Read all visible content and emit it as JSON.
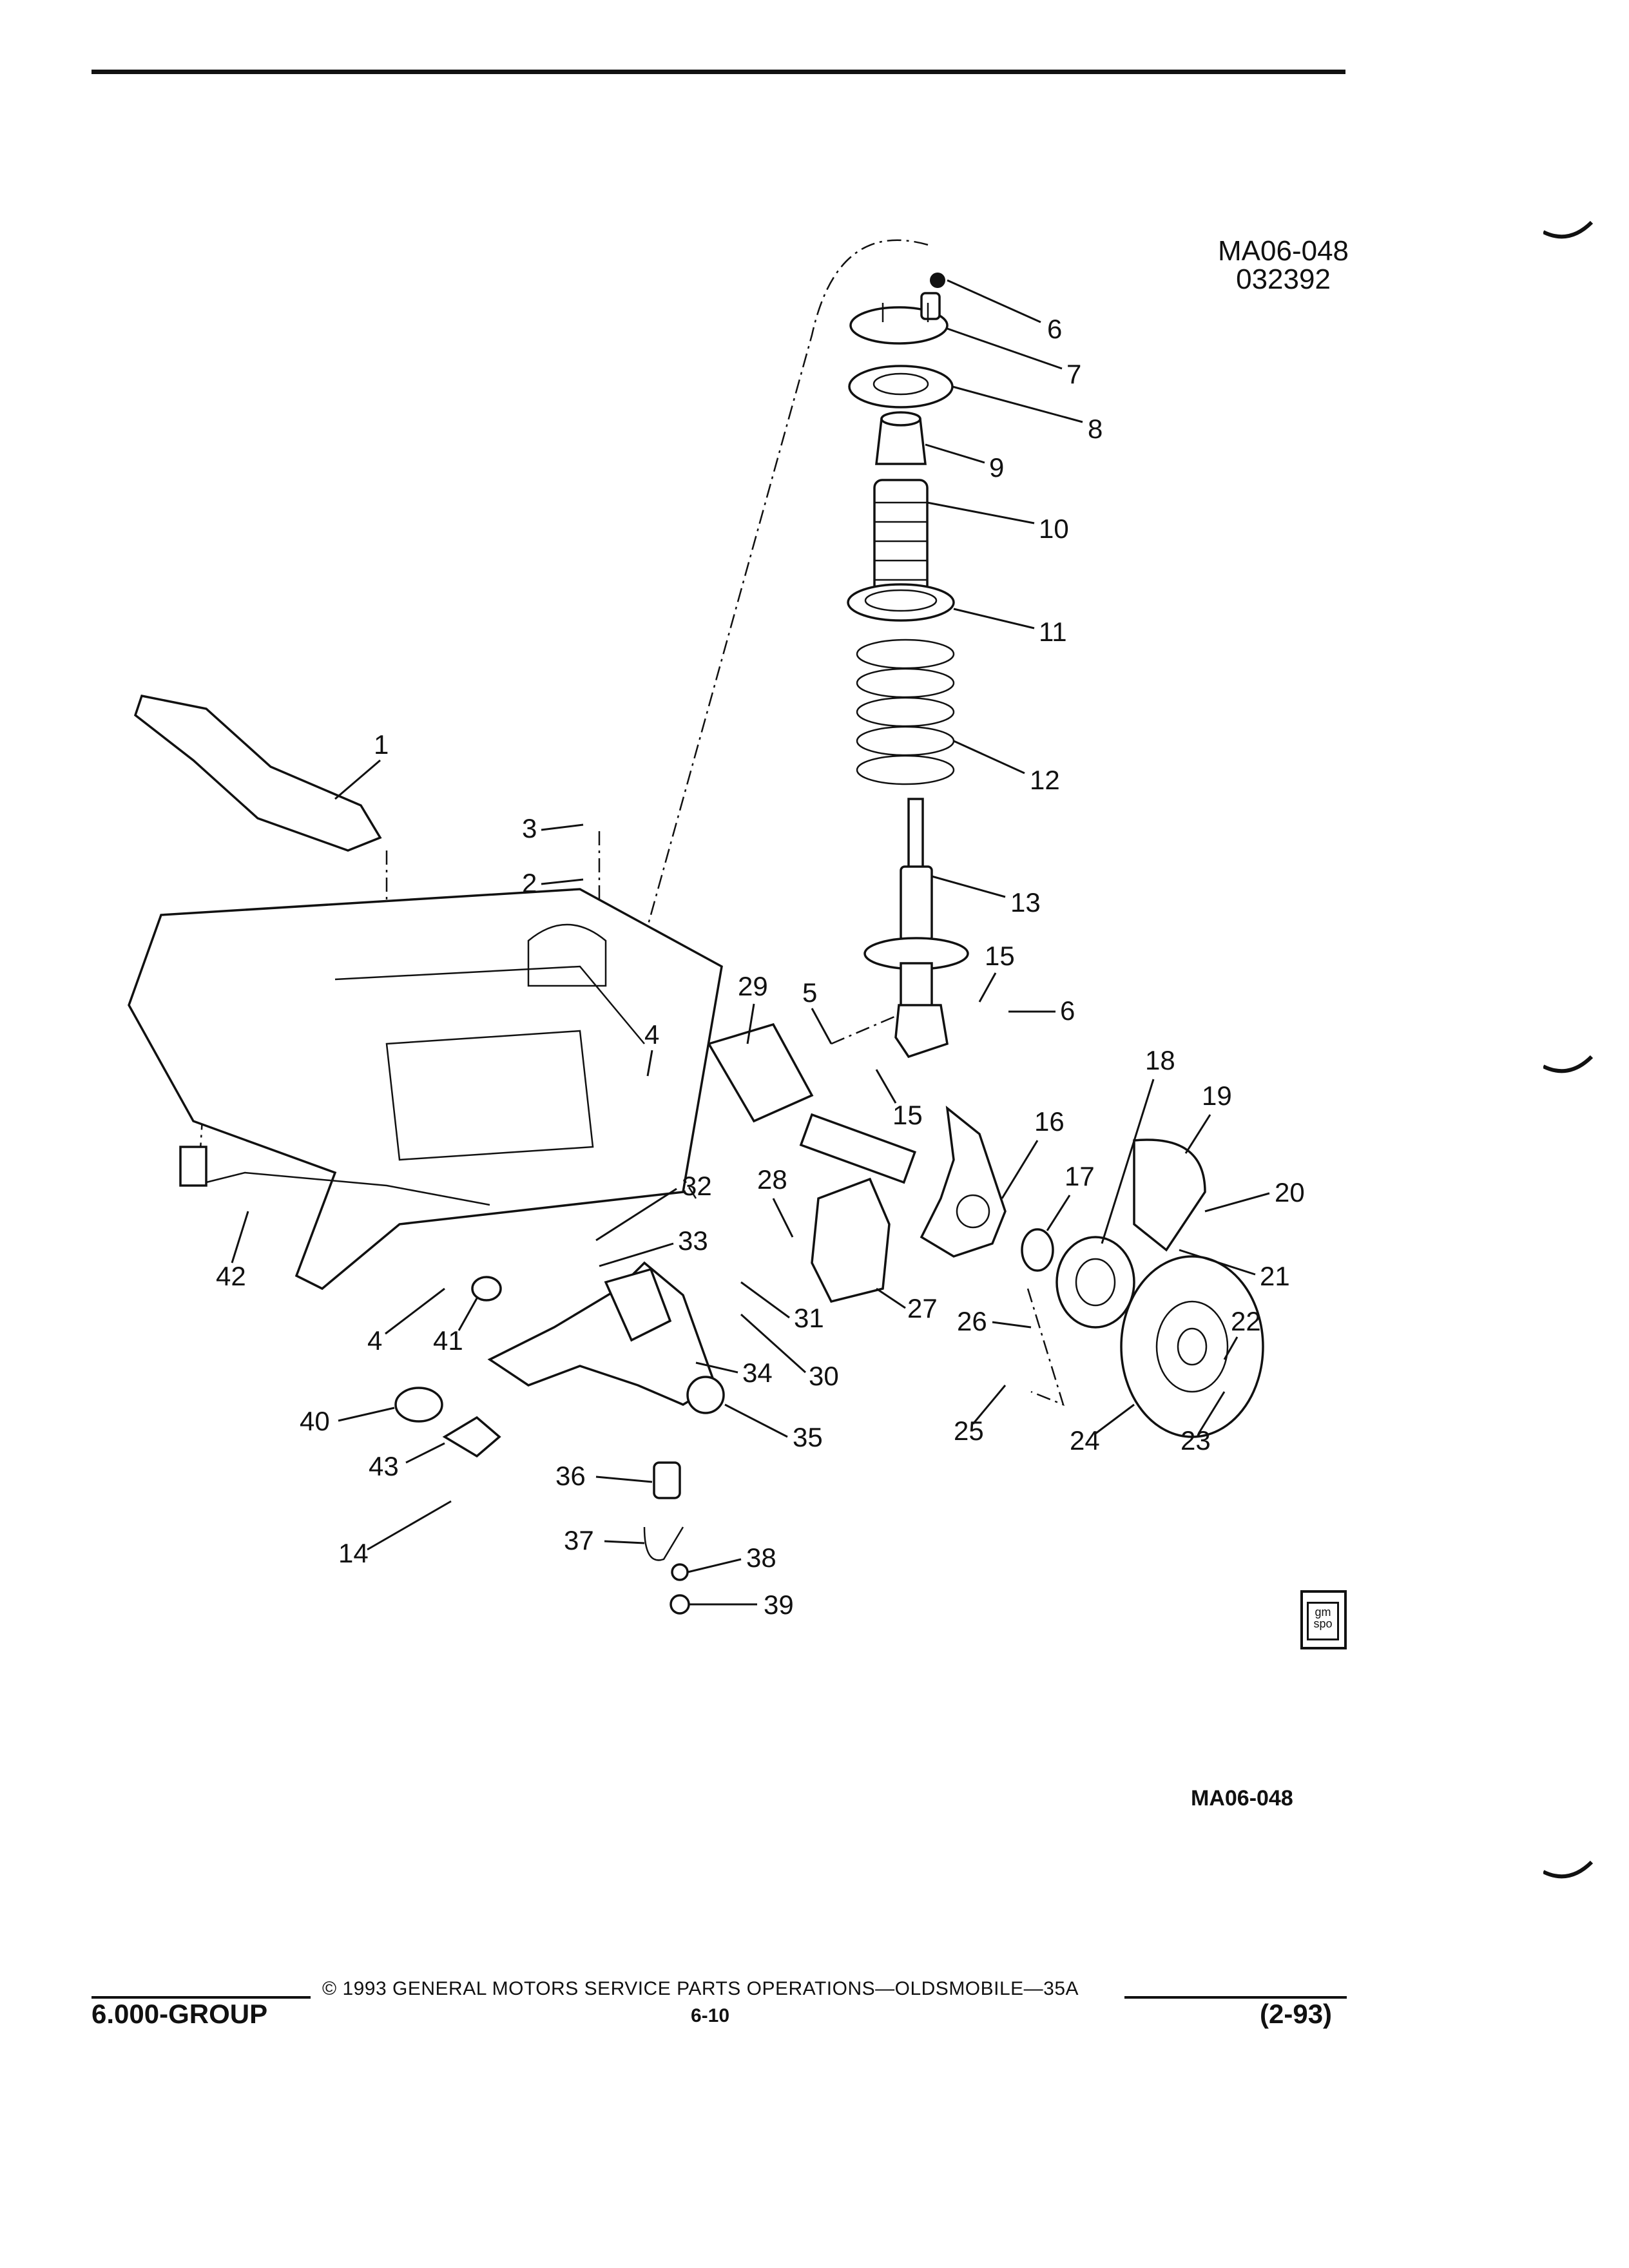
{
  "header": {
    "figure_code": "MA06-048",
    "date_code": "032392"
  },
  "diagram": {
    "callouts": [
      "1",
      "2",
      "3",
      "4",
      "4",
      "5",
      "6",
      "6",
      "7",
      "8",
      "9",
      "10",
      "11",
      "12",
      "13",
      "14",
      "15",
      "15",
      "16",
      "17",
      "18",
      "19",
      "20",
      "21",
      "22",
      "23",
      "24",
      "25",
      "26",
      "27",
      "28",
      "29",
      "30",
      "31",
      "32",
      "33",
      "34",
      "35",
      "36",
      "37",
      "38",
      "39",
      "40",
      "41",
      "42",
      "43"
    ]
  },
  "figure_code_bottom": "MA06-048",
  "badge": {
    "text": "gm spo"
  },
  "footer": {
    "copyright": "© 1993 GENERAL MOTORS SERVICE PARTS OPERATIONS—OLDSMOBILE—35A",
    "group": "6.000-GROUP",
    "page": "6-10",
    "date": "(2-93)"
  }
}
